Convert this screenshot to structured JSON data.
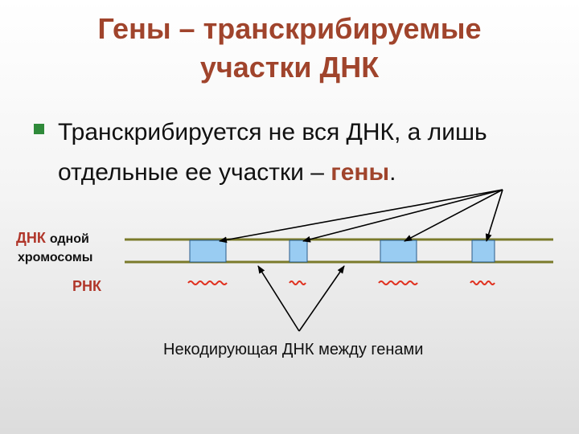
{
  "title": {
    "line1": "Гены – транскрибируемые",
    "line2": "участки ДНК"
  },
  "bullet": {
    "line1": "Транскрибируется не вся ДНК, а лишь",
    "line2_prefix": "отдельные ее участки – ",
    "line2_accent": "гены",
    "line2_suffix": "."
  },
  "labels": {
    "dna_part1": "ДНК",
    "dna_part2": "одной",
    "dna_part3": "хромосомы",
    "rna": "РНК"
  },
  "caption": "Некодирующая ДНК между генами",
  "colors": {
    "title": "#a0442c",
    "bullet_square": "#2f8a3a",
    "strand": "#7a7a2a",
    "gene_fill": "#99ccf2",
    "gene_stroke": "#2b5b8a",
    "rna": "#e0301e",
    "label_red": "#b0362a"
  }
}
